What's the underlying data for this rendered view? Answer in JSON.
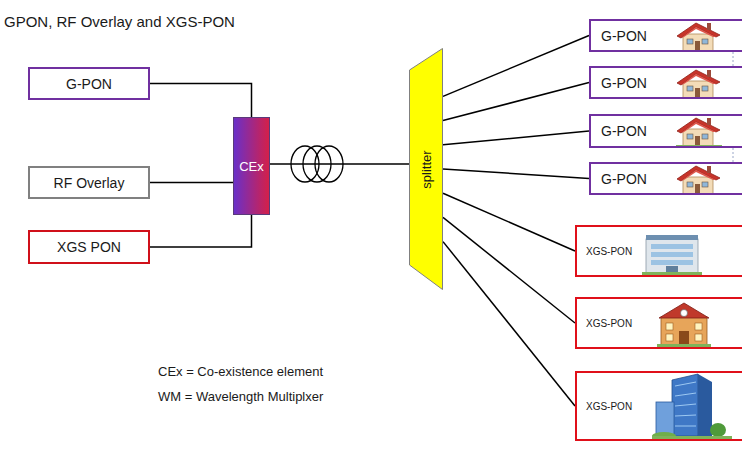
{
  "diagram": {
    "title": "GPON, RF Overlay and XGS-PON",
    "nodes": [
      {
        "text": [
          "G-PON"
        ]
      },
      {
        "text": [
          "RF Overlay"
        ]
      },
      {
        "text": [
          "XGS PON"
        ]
      },
      {
        "text": [
          "CEx"
        ]
      },
      {
        "text": [
          "splitter"
        ]
      },
      {
        "text": [
          "G-PON"
        ]
      },
      {
        "text": [
          "G-PON"
        ]
      },
      {
        "text": [
          "G-PON"
        ]
      },
      {
        "text": [
          "G-PON"
        ]
      },
      {
        "text": [
          "XGS-PON"
        ]
      },
      {
        "text": [
          "XGS-PON"
        ]
      },
      {
        "text": [
          "XGS-PON"
        ]
      }
    ],
    "edges": [
      {
        "from": 0,
        "to": 3,
        "arrow": "none"
      },
      {
        "from": 1,
        "to": 3,
        "arrow": "none"
      },
      {
        "from": 2,
        "to": 3,
        "arrow": "none"
      },
      {
        "from": 3,
        "to": 4,
        "arrow": "none"
      },
      {
        "from": 4,
        "to": 5,
        "arrow": "none"
      },
      {
        "from": 4,
        "to": 6,
        "arrow": "none"
      },
      {
        "from": 4,
        "to": 7,
        "arrow": "none"
      },
      {
        "from": 4,
        "to": 8,
        "arrow": "none"
      },
      {
        "from": 4,
        "to": 9,
        "arrow": "none"
      },
      {
        "from": 4,
        "to": 10,
        "arrow": "none"
      },
      {
        "from": 4,
        "to": 11,
        "arrow": "none"
      }
    ],
    "labels": [
      "CEx = Co-existence element",
      "WM = Wavelength Multiplxer"
    ]
  }
}
